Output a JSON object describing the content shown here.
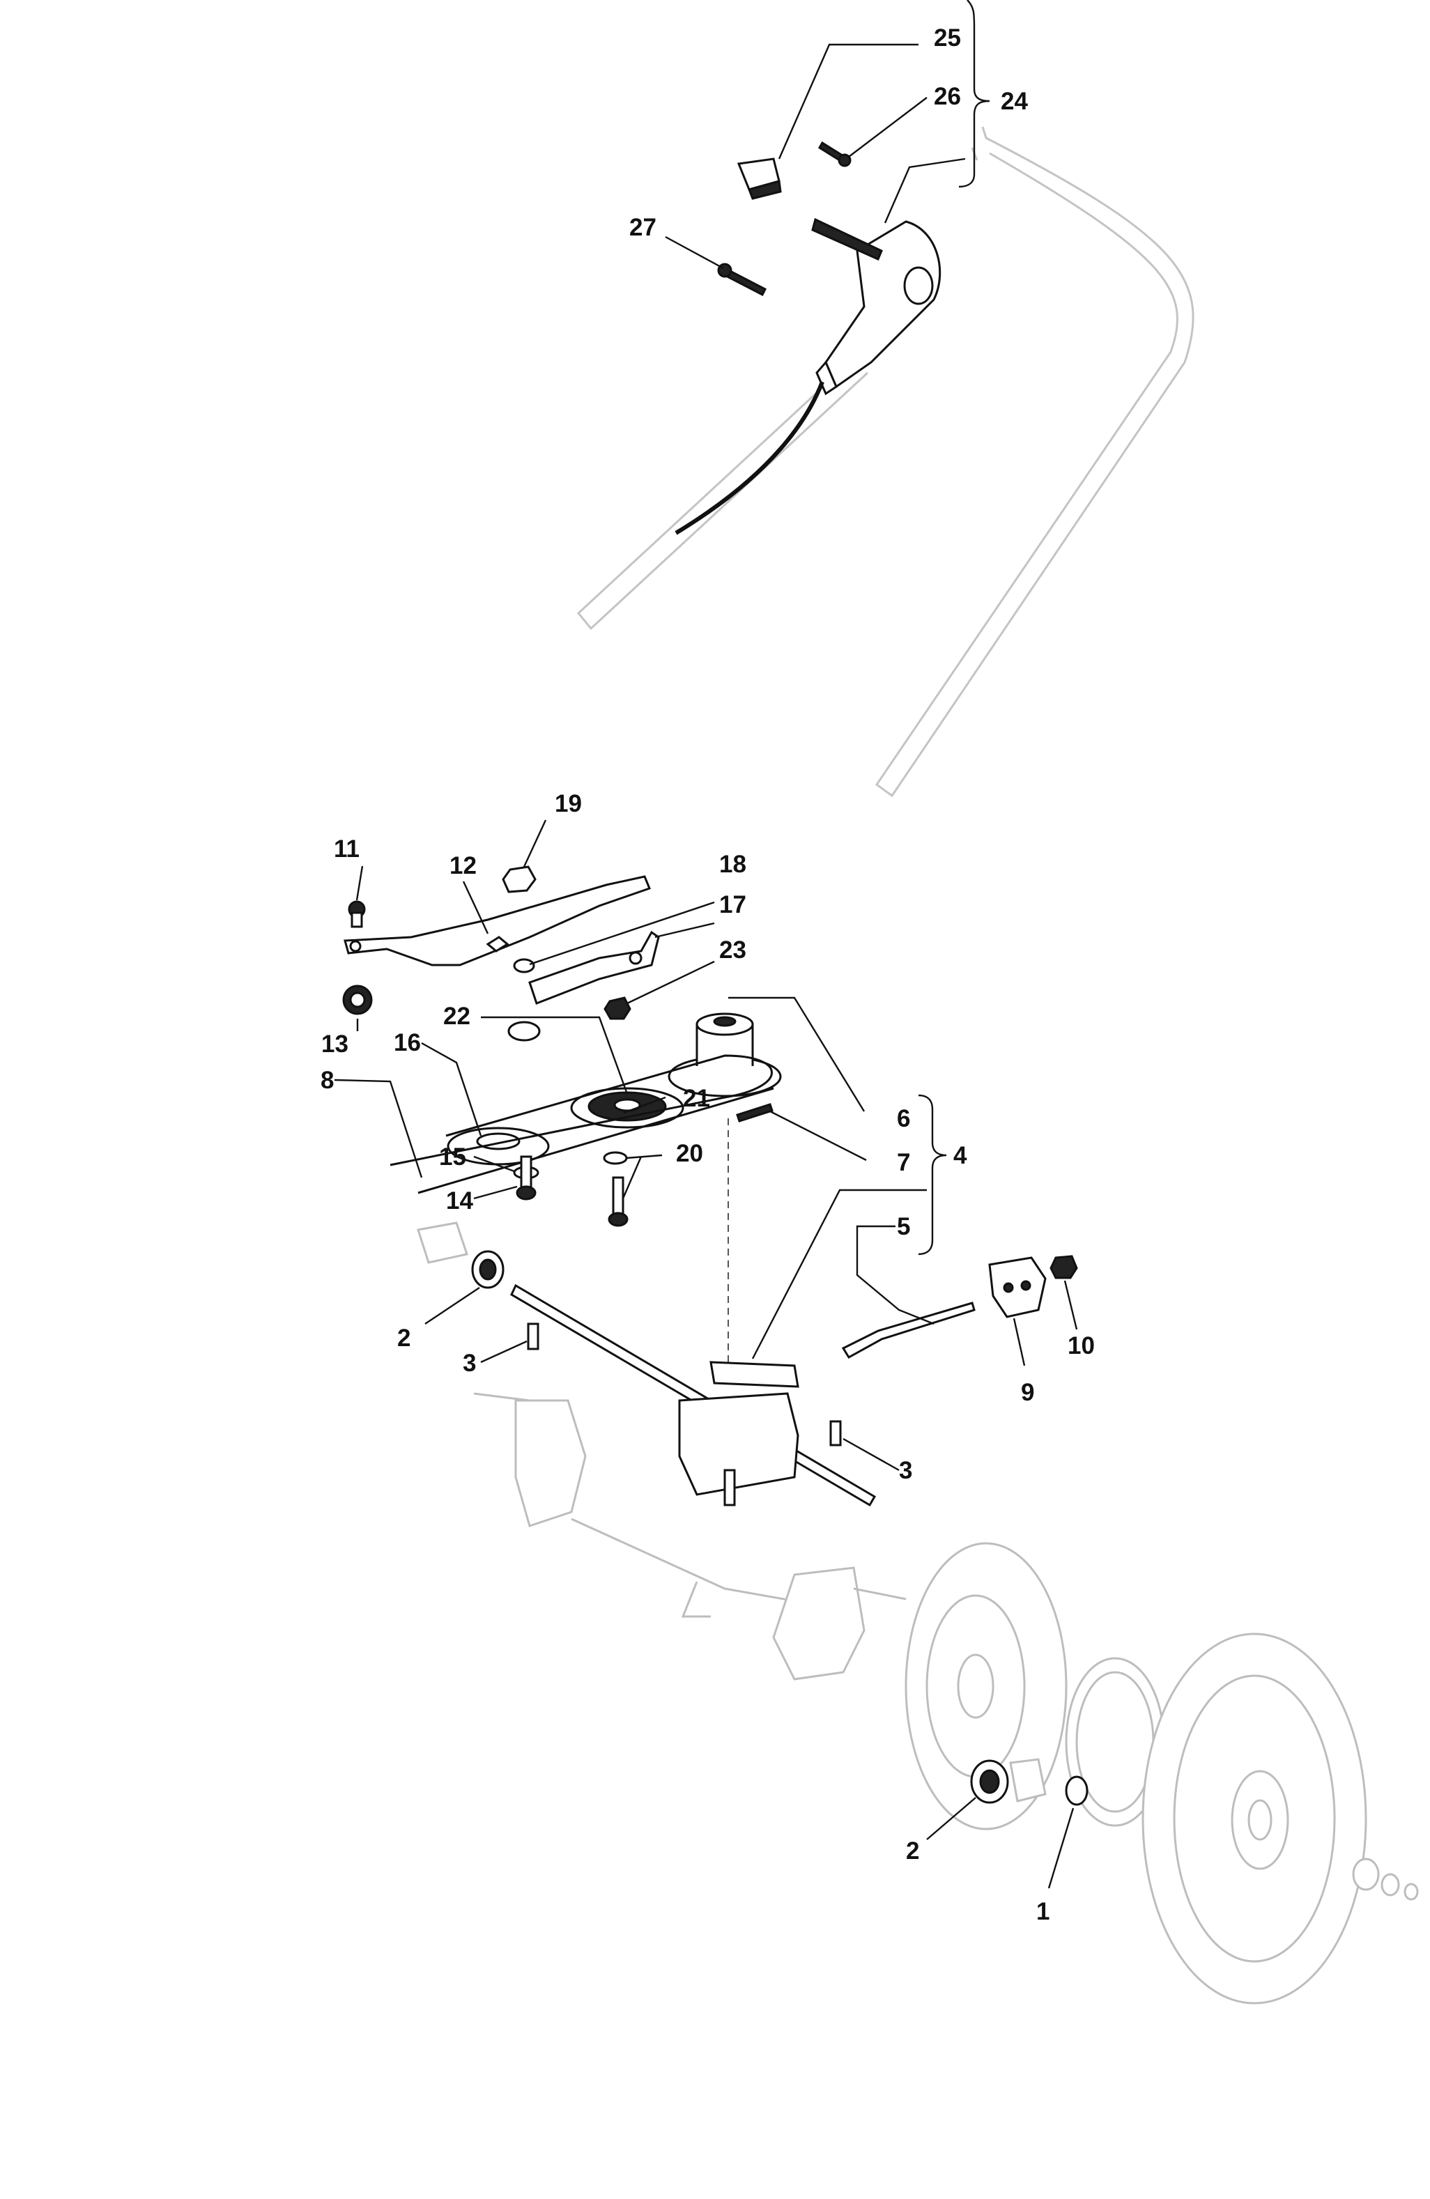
{
  "callouts": [
    {
      "id": "c1",
      "text": "1"
    },
    {
      "id": "c2a",
      "text": "2"
    },
    {
      "id": "c2b",
      "text": "2"
    },
    {
      "id": "c3a",
      "text": "3"
    },
    {
      "id": "c3b",
      "text": "3"
    },
    {
      "id": "c4",
      "text": "4"
    },
    {
      "id": "c5",
      "text": "5"
    },
    {
      "id": "c6",
      "text": "6"
    },
    {
      "id": "c7",
      "text": "7"
    },
    {
      "id": "c8",
      "text": "8"
    },
    {
      "id": "c9",
      "text": "9"
    },
    {
      "id": "c10",
      "text": "10"
    },
    {
      "id": "c11",
      "text": "11"
    },
    {
      "id": "c12",
      "text": "12"
    },
    {
      "id": "c13",
      "text": "13"
    },
    {
      "id": "c14",
      "text": "14"
    },
    {
      "id": "c15",
      "text": "15"
    },
    {
      "id": "c16",
      "text": "16"
    },
    {
      "id": "c17",
      "text": "17"
    },
    {
      "id": "c18",
      "text": "18"
    },
    {
      "id": "c19",
      "text": "19"
    },
    {
      "id": "c20",
      "text": "20"
    },
    {
      "id": "c21",
      "text": "21"
    },
    {
      "id": "c22",
      "text": "22"
    },
    {
      "id": "c23",
      "text": "23"
    },
    {
      "id": "c24",
      "text": "24"
    },
    {
      "id": "c25",
      "text": "25"
    },
    {
      "id": "c26",
      "text": "26"
    },
    {
      "id": "c27",
      "text": "27"
    }
  ],
  "colors": {
    "ink": "#111111",
    "faint": "#bdbdbd",
    "background": "#ffffff"
  }
}
